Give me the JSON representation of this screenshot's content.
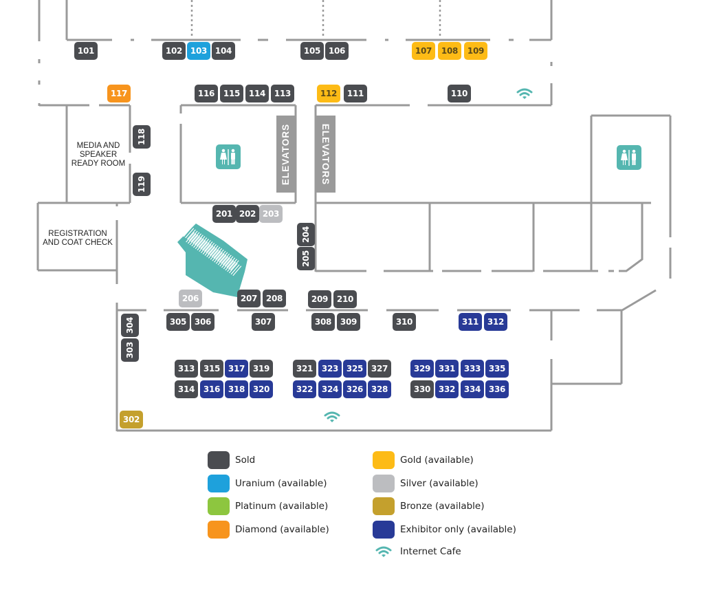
{
  "colors": {
    "sold": "#4a4c50",
    "uranium": "#1ea1dc",
    "platinum": "#8dc63f",
    "diamond": "#f7941d",
    "gold": "#fdbb16",
    "silver": "#bcbdc0",
    "bronze": "#c4a02d",
    "exhibitor": "#283a97",
    "teal": "#55b6b0",
    "wall": "#9a9a9a"
  },
  "rooms": {
    "media": "MEDIA AND\nSPEAKER\nREADY ROOM",
    "registration": "REGISTRATION\nAND COAT CHECK",
    "elevator_left": "ELEVATORS",
    "elevator_right": "ELEVATORS"
  },
  "icons": {
    "restroom_1": "restroom-icon",
    "restroom_2": "restroom-icon",
    "wifi_1": "wifi-icon",
    "wifi_2": "wifi-icon",
    "stage": "seating-stage-icon"
  },
  "booths": [
    {
      "id": "101",
      "status": "sold"
    },
    {
      "id": "102",
      "status": "sold"
    },
    {
      "id": "103",
      "status": "uranium"
    },
    {
      "id": "104",
      "status": "sold"
    },
    {
      "id": "105",
      "status": "sold"
    },
    {
      "id": "106",
      "status": "sold"
    },
    {
      "id": "107",
      "status": "gold"
    },
    {
      "id": "108",
      "status": "gold"
    },
    {
      "id": "109",
      "status": "gold"
    },
    {
      "id": "110",
      "status": "sold"
    },
    {
      "id": "111",
      "status": "sold"
    },
    {
      "id": "112",
      "status": "gold"
    },
    {
      "id": "113",
      "status": "sold"
    },
    {
      "id": "114",
      "status": "sold"
    },
    {
      "id": "115",
      "status": "sold"
    },
    {
      "id": "116",
      "status": "sold"
    },
    {
      "id": "117",
      "status": "diamond"
    },
    {
      "id": "118",
      "status": "sold"
    },
    {
      "id": "119",
      "status": "sold"
    },
    {
      "id": "201",
      "status": "sold"
    },
    {
      "id": "202",
      "status": "sold"
    },
    {
      "id": "203",
      "status": "silver"
    },
    {
      "id": "204",
      "status": "sold"
    },
    {
      "id": "205",
      "status": "sold"
    },
    {
      "id": "206",
      "status": "silver"
    },
    {
      "id": "207",
      "status": "sold"
    },
    {
      "id": "208",
      "status": "sold"
    },
    {
      "id": "209",
      "status": "sold"
    },
    {
      "id": "210",
      "status": "sold"
    },
    {
      "id": "302",
      "status": "bronze"
    },
    {
      "id": "303",
      "status": "sold"
    },
    {
      "id": "304",
      "status": "sold"
    },
    {
      "id": "305",
      "status": "sold"
    },
    {
      "id": "306",
      "status": "sold"
    },
    {
      "id": "307",
      "status": "sold"
    },
    {
      "id": "308",
      "status": "sold"
    },
    {
      "id": "309",
      "status": "sold"
    },
    {
      "id": "310",
      "status": "sold"
    },
    {
      "id": "311",
      "status": "exhibitor"
    },
    {
      "id": "312",
      "status": "exhibitor"
    },
    {
      "id": "313",
      "status": "sold"
    },
    {
      "id": "314",
      "status": "sold"
    },
    {
      "id": "315",
      "status": "sold"
    },
    {
      "id": "316",
      "status": "exhibitor"
    },
    {
      "id": "317",
      "status": "exhibitor"
    },
    {
      "id": "318",
      "status": "exhibitor"
    },
    {
      "id": "319",
      "status": "sold"
    },
    {
      "id": "320",
      "status": "exhibitor"
    },
    {
      "id": "321",
      "status": "sold"
    },
    {
      "id": "322",
      "status": "exhibitor"
    },
    {
      "id": "323",
      "status": "exhibitor"
    },
    {
      "id": "324",
      "status": "exhibitor"
    },
    {
      "id": "325",
      "status": "exhibitor"
    },
    {
      "id": "326",
      "status": "exhibitor"
    },
    {
      "id": "327",
      "status": "sold"
    },
    {
      "id": "328",
      "status": "exhibitor"
    },
    {
      "id": "329",
      "status": "exhibitor"
    },
    {
      "id": "330",
      "status": "sold"
    },
    {
      "id": "331",
      "status": "exhibitor"
    },
    {
      "id": "332",
      "status": "exhibitor"
    },
    {
      "id": "333",
      "status": "exhibitor"
    },
    {
      "id": "334",
      "status": "exhibitor"
    },
    {
      "id": "335",
      "status": "exhibitor"
    },
    {
      "id": "336",
      "status": "exhibitor"
    }
  ],
  "legend": [
    {
      "key": "sold",
      "label": "Sold"
    },
    {
      "key": "uranium",
      "label": "Uranium (available)"
    },
    {
      "key": "platinum",
      "label": "Platinum (available)"
    },
    {
      "key": "diamond",
      "label": "Diamond (available)"
    },
    {
      "key": "gold",
      "label": "Gold (available)"
    },
    {
      "key": "silver",
      "label": "Silver (available)"
    },
    {
      "key": "bronze",
      "label": "Bronze (available)"
    },
    {
      "key": "exhibitor",
      "label": "Exhibitor only (available)"
    },
    {
      "key": "wifi",
      "label": "Internet Cafe",
      "icon": "wifi-icon"
    }
  ]
}
